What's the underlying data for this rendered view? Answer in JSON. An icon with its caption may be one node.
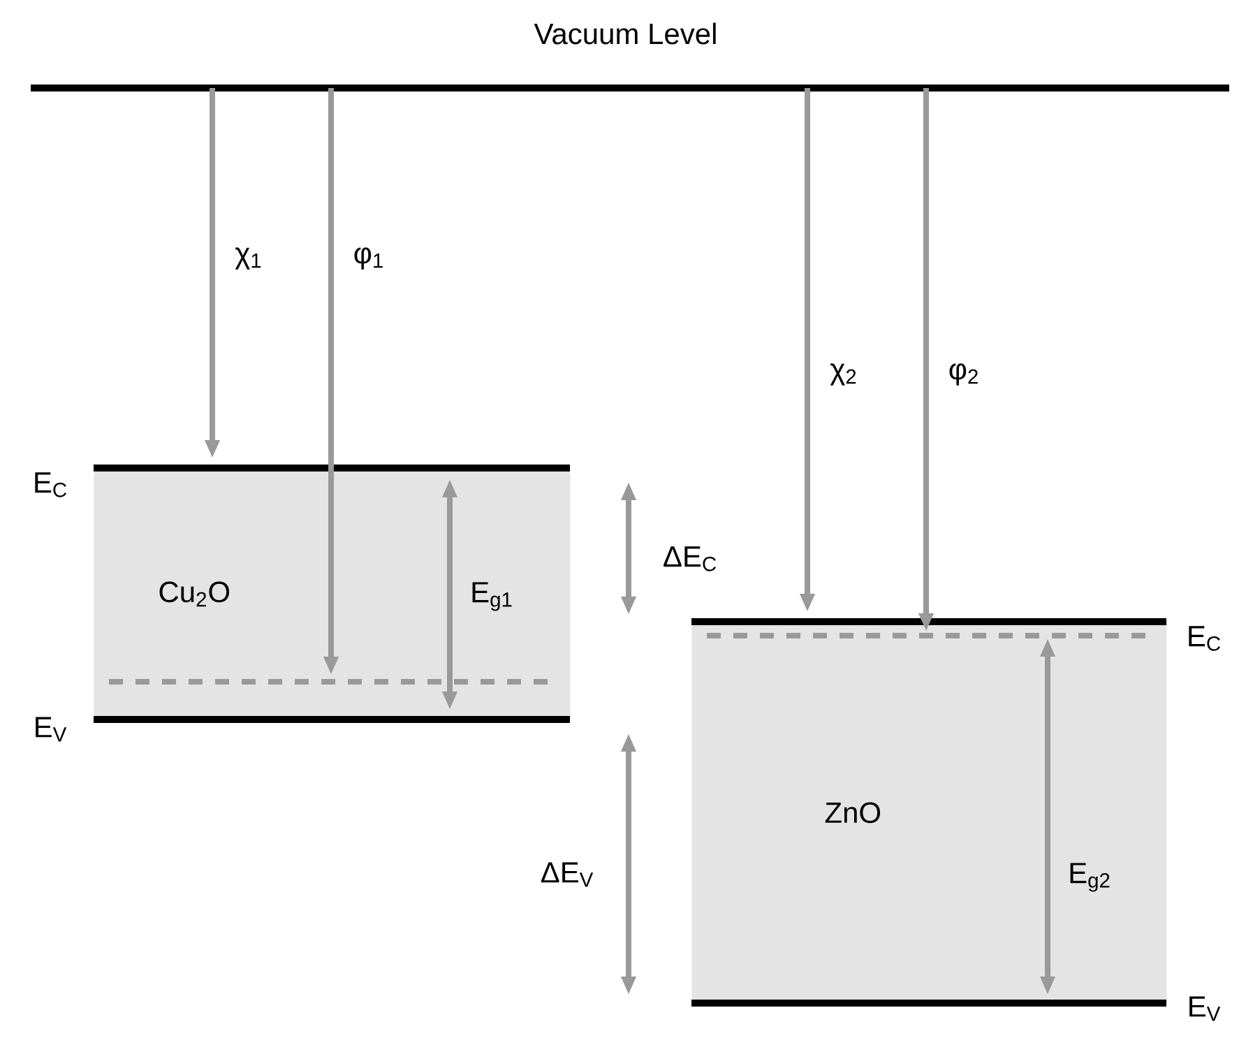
{
  "diagram": {
    "nodes": [
      {
        "text": [
          "Cu$_{2}$O"
        ]
      },
      {
        "text": [
          "ZnO"
        ]
      }
    ],
    "edges": [],
    "labels": [
      "Vacuum Level",
      "χ$_{1}$",
      "φ$_{1}$",
      "E$_{C}$",
      "E$_{V}$",
      "E$_{g1}$",
      "ΔE$_{C}$",
      "χ$_{2}$",
      "φ$_{2}$",
      "E$_{C}$",
      "ΔE$_{V}$",
      "E$_{g2}$",
      "E$_{V}$"
    ]
  }
}
